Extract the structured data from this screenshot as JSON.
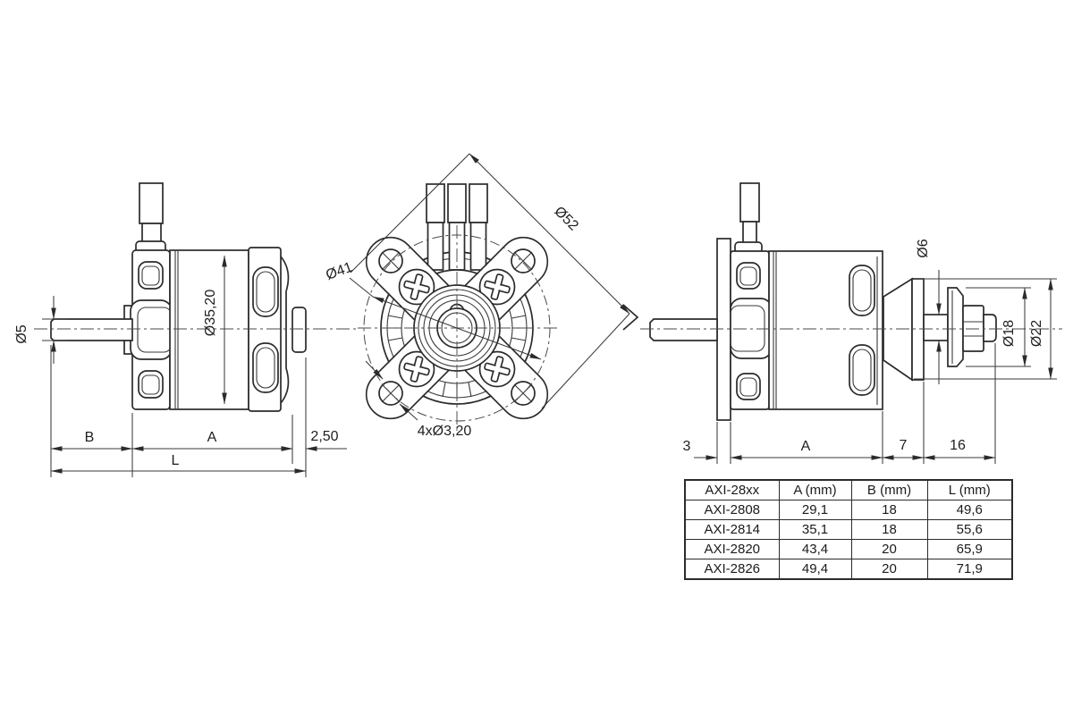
{
  "drawing": {
    "line_color": "#2b2b2b",
    "views": {
      "side_left": {
        "dia_shaft": "Ø5",
        "dia_body": "Ø35,20",
        "dim_b": "B",
        "dim_a": "A",
        "dim_l": "L",
        "dim_stub": "2,50"
      },
      "front": {
        "dia_bolt_circle": "Ø41",
        "dia_outer": "Ø52",
        "holes": "4xØ3,20"
      },
      "side_right": {
        "dia_shaft": "Ø6",
        "dia_prop_washer": "Ø18",
        "dia_adapter": "Ø22",
        "dim_plate": "3",
        "dim_a": "A",
        "dim_cone": "7",
        "dim_adapter": "16"
      }
    }
  },
  "table": {
    "headers": [
      "AXI-28xx",
      "A (mm)",
      "B (mm)",
      "L (mm)"
    ],
    "rows": [
      [
        "AXI-2808",
        "29,1",
        "18",
        "49,6"
      ],
      [
        "AXI-2814",
        "35,1",
        "18",
        "55,6"
      ],
      [
        "AXI-2820",
        "43,4",
        "20",
        "65,9"
      ],
      [
        "AXI-2826",
        "49,4",
        "20",
        "71,9"
      ]
    ]
  }
}
